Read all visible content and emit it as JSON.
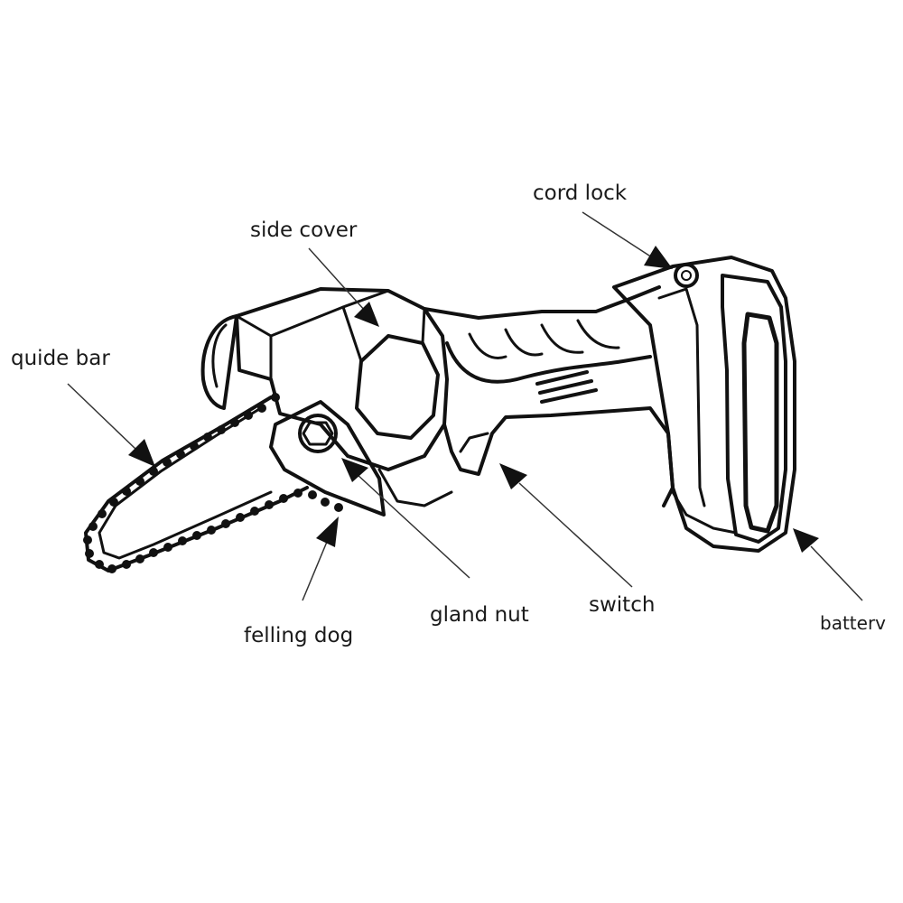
{
  "diagram": {
    "labels": {
      "guide_bar": "quide bar",
      "side_cover": "side cover",
      "cord_lock": "cord lock",
      "felling_dog": "felling dog",
      "gland_nut": "gland nut",
      "switch": "switch",
      "battery": "batterv"
    },
    "colors": {
      "line": "#111111",
      "background": "#ffffff"
    }
  }
}
